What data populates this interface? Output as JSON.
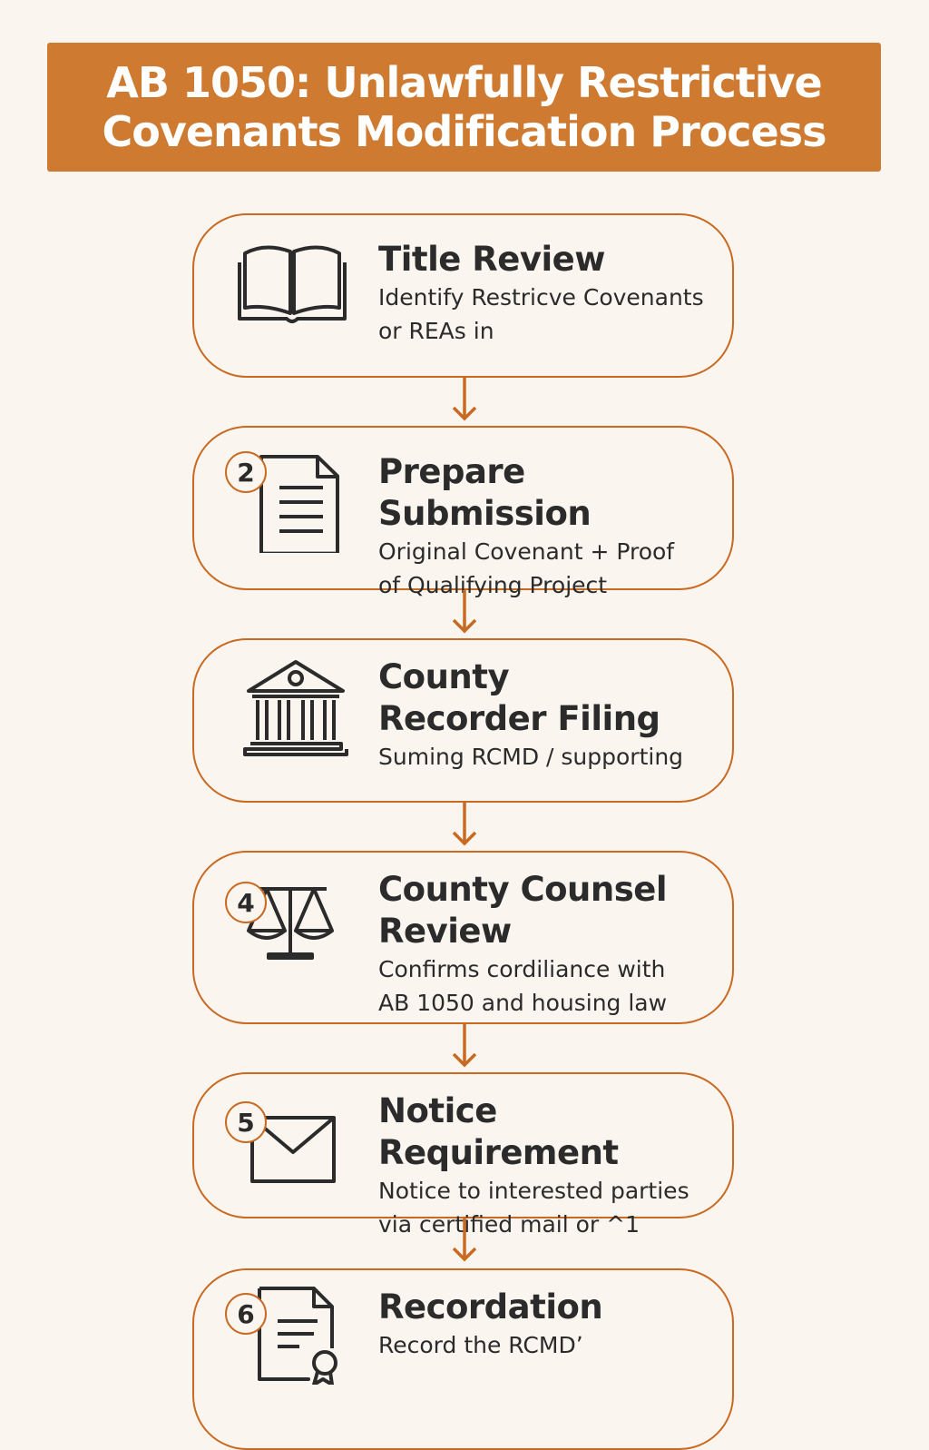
{
  "header": {
    "title": "AB 1050: Unlawfully Restrictive Covenants Modification Process"
  },
  "colors": {
    "accent": "#cf7a31",
    "border": "#c96a22",
    "background": "#faf5ee",
    "text": "#2b2b2b"
  },
  "steps": [
    {
      "number": "",
      "icon": "open-book-icon",
      "title": "Title Review",
      "description": "Identify Restricve Covenants or REAs in"
    },
    {
      "number": "2",
      "icon": "document-icon",
      "title": "Prepare Submission",
      "description": "Original Covenant + Proof of Qualifying Project"
    },
    {
      "number": "",
      "icon": "courthouse-icon",
      "title": "County Recorder Filing",
      "description": "Suming RCMD / supporting"
    },
    {
      "number": "4",
      "icon": "scales-icon",
      "title": "County Counsel Review",
      "description": "Confirms cordiliance with AB 1050 and housing law"
    },
    {
      "number": "5",
      "icon": "envelope-icon",
      "title": "Notice Requirement",
      "description": "Notice to interested parties via certified mail or ^1"
    },
    {
      "number": "6",
      "icon": "certificate-icon",
      "title": "Recordation",
      "description": "Record the RCMDʼ"
    }
  ]
}
